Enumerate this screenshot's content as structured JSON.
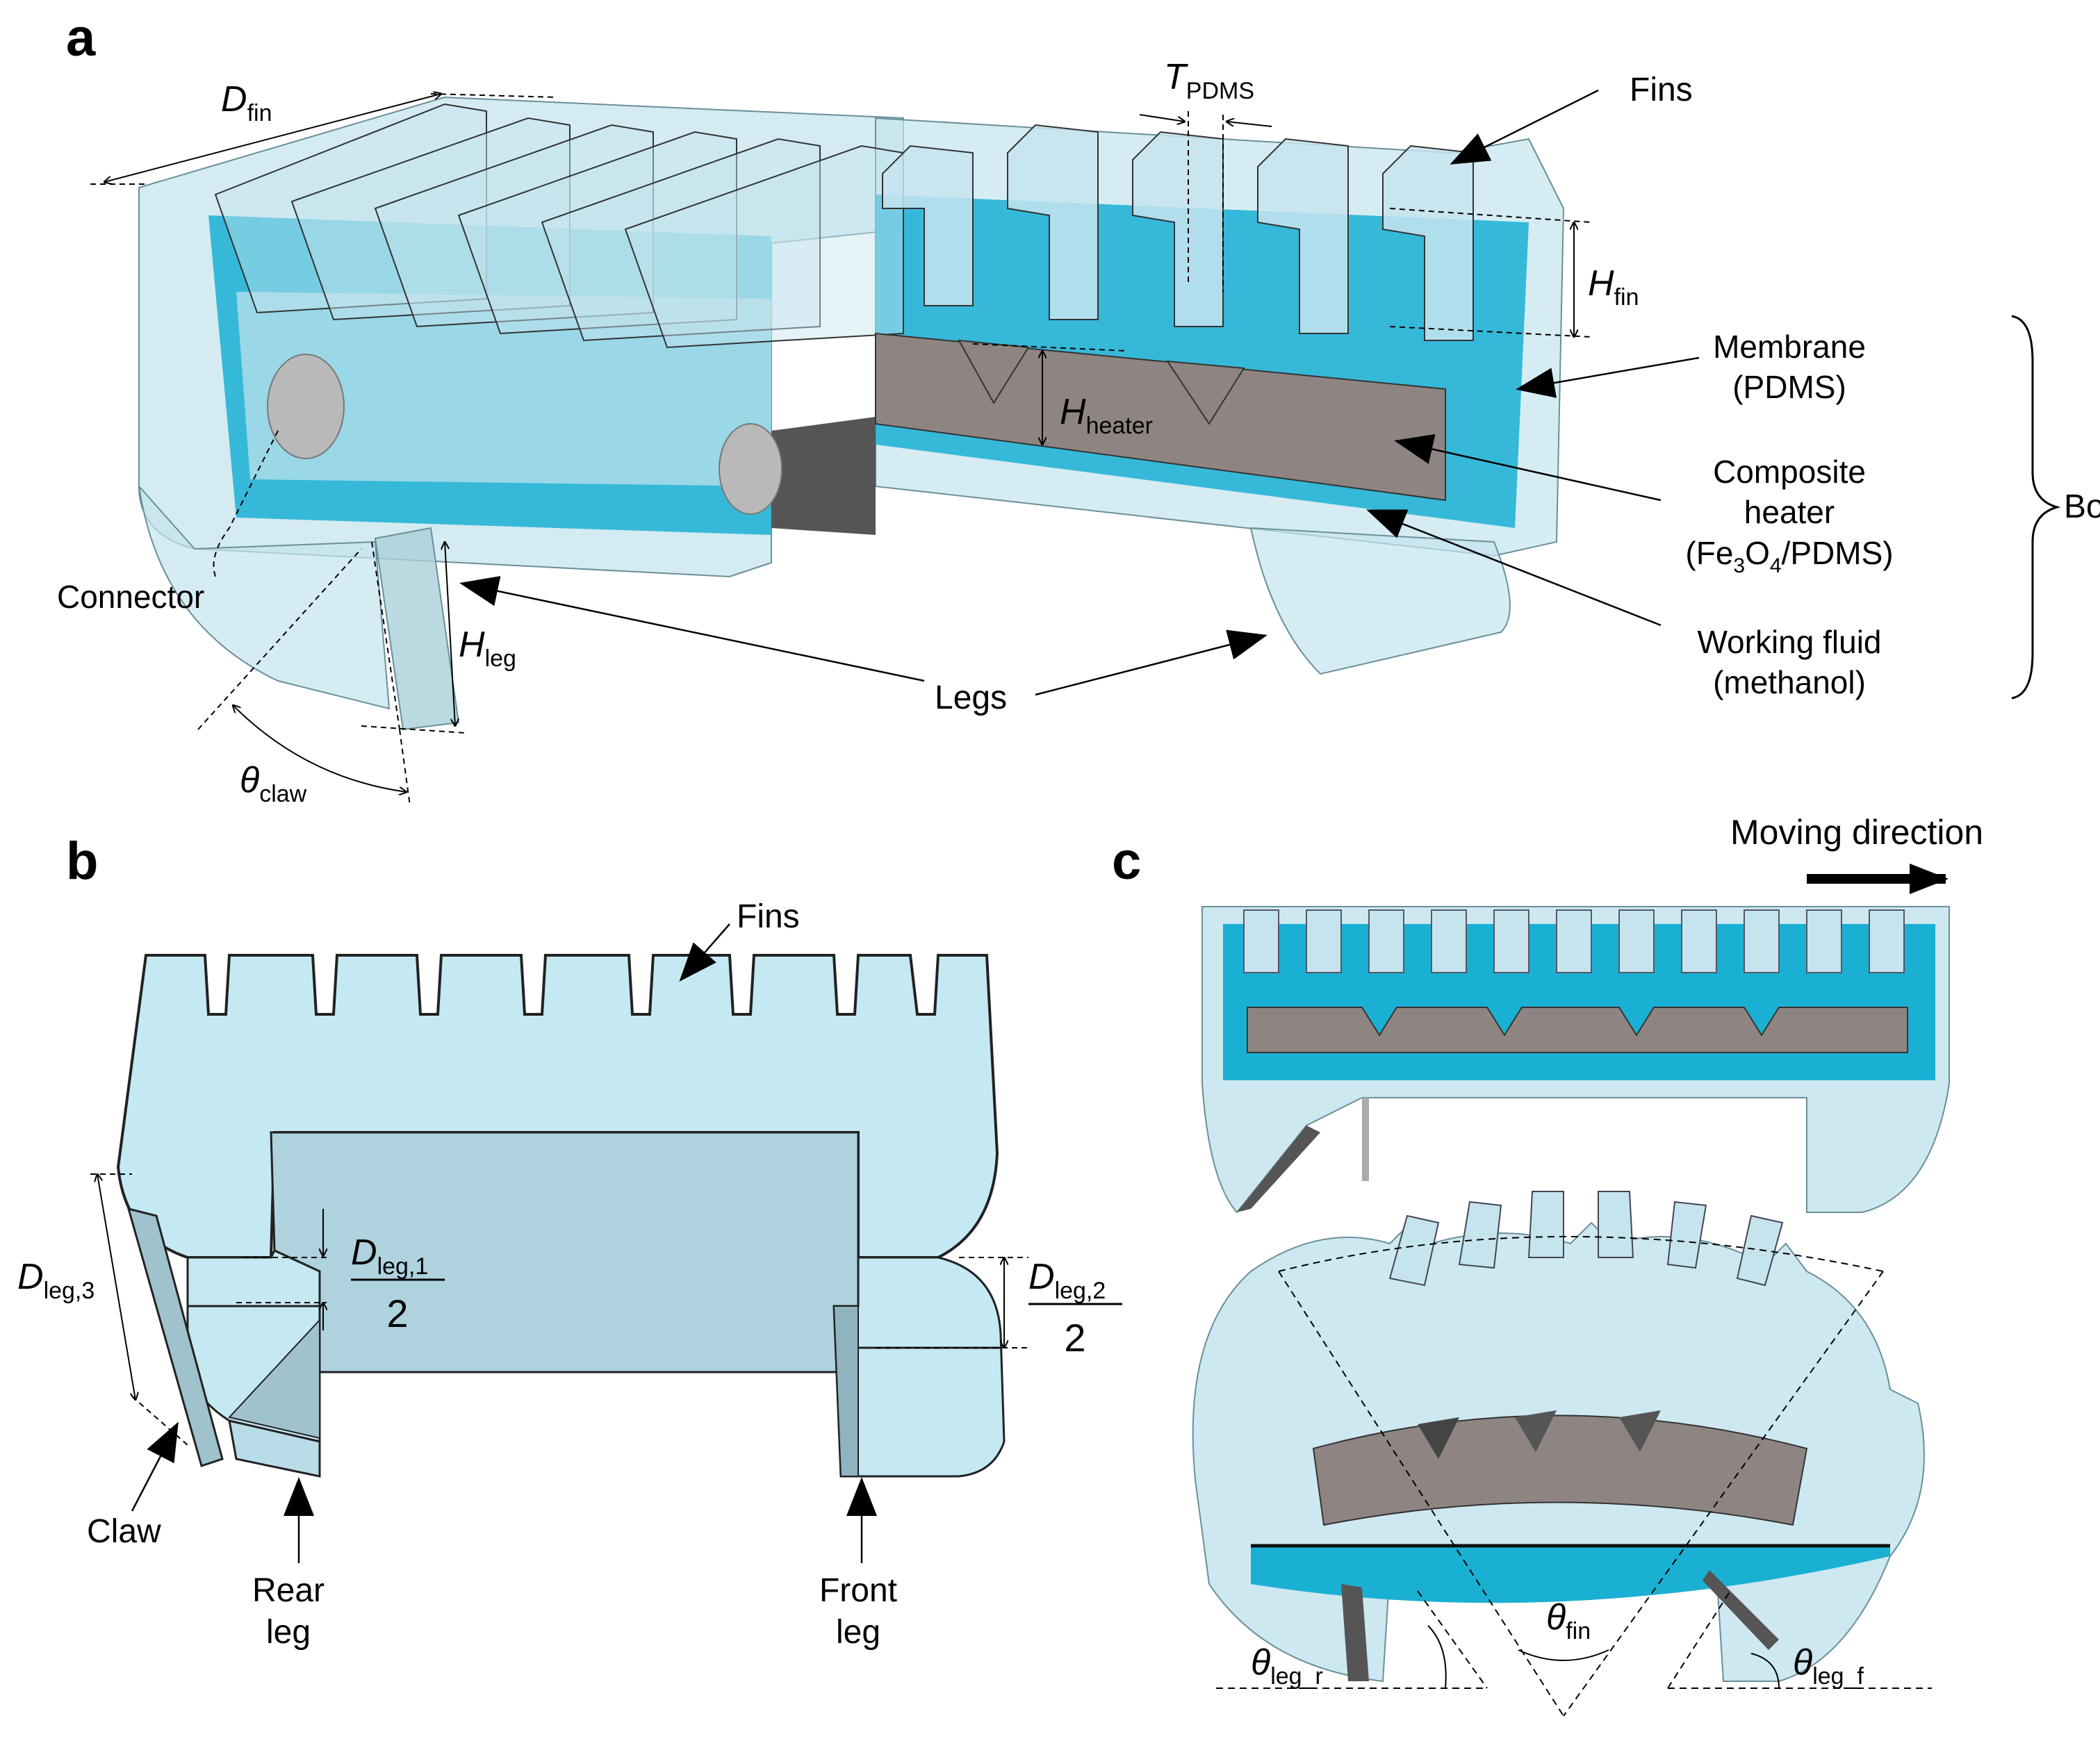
{
  "panels": {
    "a": {
      "letter": "a",
      "labels": {
        "fins": "Fins",
        "membrane": [
          "Membrane",
          "(PDMS)"
        ],
        "heater": [
          "Composite",
          "heater"
        ],
        "heater_material": {
          "a": "(Fe",
          "b": "3",
          "c": "O",
          "d": "4",
          "e": "/PDMS)"
        },
        "fluid": [
          "Working fluid",
          "(methanol)"
        ],
        "body": "Body",
        "connector": "Connector",
        "legs": "Legs"
      },
      "dimensions": {
        "d_fin": {
          "sym": "D",
          "sub": "fin"
        },
        "t_pdms": {
          "sym": "T",
          "sub": "PDMS"
        },
        "h_fin": {
          "sym": "H",
          "sub": "fin"
        },
        "h_heater": {
          "sym": "H",
          "sub": "heater"
        },
        "h_leg": {
          "sym": "H",
          "sub": "leg"
        },
        "theta_claw": {
          "sym": "θ",
          "sub": "claw"
        }
      }
    },
    "b": {
      "letter": "b",
      "labels": {
        "fins": "Fins",
        "claw": "Claw",
        "rear_leg": [
          "Rear",
          "leg"
        ],
        "front_leg": [
          "Front",
          "leg"
        ]
      },
      "dimensions": {
        "d_leg3": {
          "sym": "D",
          "sub": "leg,3"
        },
        "d_leg1": {
          "sym": "D",
          "sub": "leg,1",
          "den": "2"
        },
        "d_leg2": {
          "sym": "D",
          "sub": "leg,2",
          "den": "2"
        }
      }
    },
    "c": {
      "letter": "c",
      "labels": {
        "moving_direction": "Moving direction"
      },
      "dimensions": {
        "theta_fin": {
          "sym": "θ",
          "sub": "fin"
        },
        "theta_leg_r": {
          "sym": "θ",
          "sub": "leg_r"
        },
        "theta_leg_f": {
          "sym": "θ",
          "sub": "leg_f"
        }
      }
    }
  },
  "colors": {
    "pdms": "#c5e4ee",
    "pdms_dark": "#9ec9d6",
    "fluid": "#1ab0d3",
    "heater": "#8e8582",
    "heater_dark": "#5a5a5a",
    "edge": "#555555"
  }
}
